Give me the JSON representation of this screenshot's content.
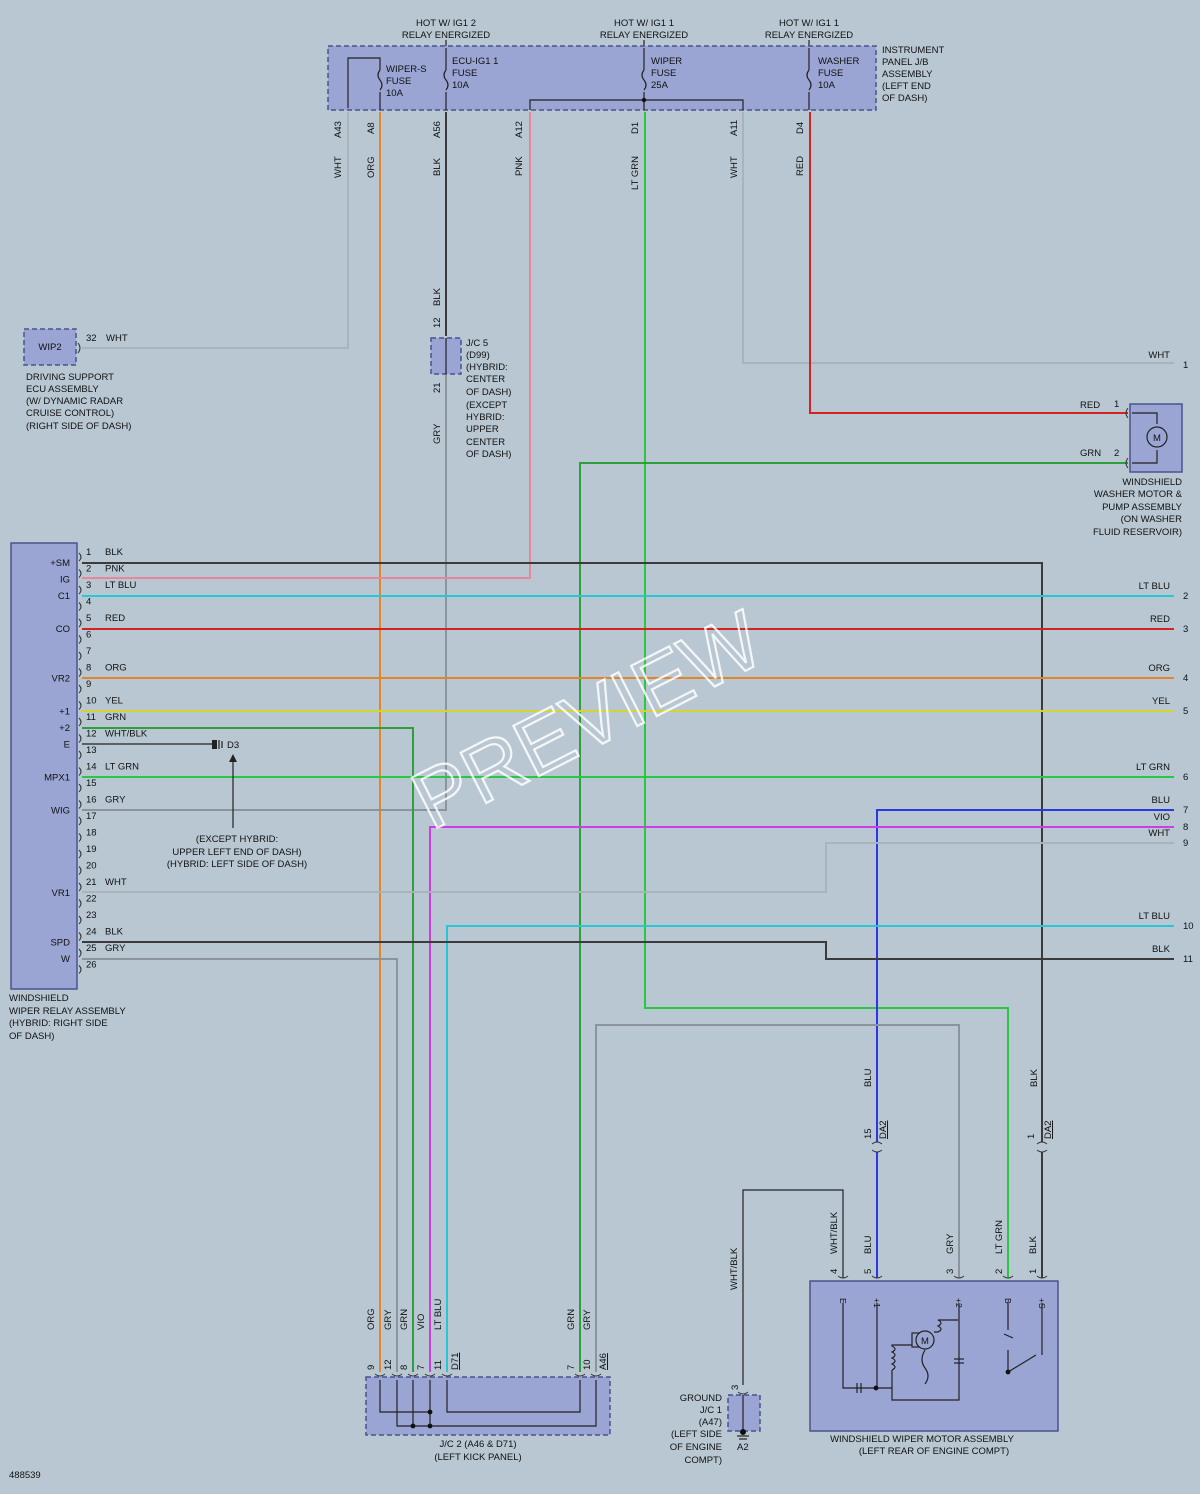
{
  "diagram_id": "488539",
  "watermark": "PREVIEW",
  "power_sources": {
    "hot_ig12": "HOT W/ IG1 2",
    "hot_ig11_a": "HOT W/ IG1 1",
    "hot_ig11_b": "HOT W/ IG1 1",
    "relay_energized": "RELAY ENERGIZED"
  },
  "junction_block": {
    "label_lines": [
      "INSTRUMENT",
      "PANEL J/B",
      "ASSEMBLY",
      "(LEFT END",
      "OF DASH)"
    ],
    "fuses": [
      {
        "name": "WIPER-S",
        "type": "FUSE",
        "rating": "10A"
      },
      {
        "name": "ECU-IG1 1",
        "type": "FUSE",
        "rating": "10A"
      },
      {
        "name": "WIPER",
        "type": "FUSE",
        "rating": "25A"
      },
      {
        "name": "WASHER",
        "type": "FUSE",
        "rating": "10A"
      }
    ],
    "pins": [
      {
        "pin": "A43",
        "color": "WHT"
      },
      {
        "pin": "A8",
        "color": "ORG"
      },
      {
        "pin": "A56",
        "color": "BLK"
      },
      {
        "pin": "A12",
        "color": "PNK"
      },
      {
        "pin": "D1",
        "color": "LT GRN"
      },
      {
        "pin": "A11",
        "color": "WHT"
      },
      {
        "pin": "D4",
        "color": "RED"
      }
    ]
  },
  "driving_support_ecu": {
    "connector": "WIP2",
    "pin": "32",
    "wire": "WHT",
    "label_lines": [
      "DRIVING SUPPORT",
      "ECU ASSEMBLY",
      "(W/ DYNAMIC RADAR",
      "CRUISE CONTROL)",
      "(RIGHT SIDE OF DASH)"
    ]
  },
  "jc5": {
    "pin_top": "12",
    "pin_bottom": "21",
    "wire_top": "BLK",
    "wire_bottom": "GRY",
    "label_lines": [
      "J/C 5",
      "(D99)",
      "(HYBRID:",
      "CENTER",
      "OF DASH)",
      "(EXCEPT",
      "HYBRID:",
      "UPPER",
      "CENTER",
      "OF DASH)"
    ]
  },
  "washer_motor": {
    "symbol": "M",
    "pins": [
      {
        "pin": "1",
        "wire": "RED"
      },
      {
        "pin": "2",
        "wire": "GRN"
      }
    ],
    "label_lines": [
      "WINDSHIELD",
      "WASHER MOTOR &",
      "PUMP ASSEMBLY",
      "(ON WASHER",
      "FLUID RESERVOIR)"
    ]
  },
  "relay_assembly": {
    "terminals": [
      {
        "name": "+SM",
        "pin": "1"
      },
      {
        "name": "IG",
        "pin": "2"
      },
      {
        "name": "C1",
        "pin": "3"
      },
      {
        "name": "CO",
        "pin": "5"
      },
      {
        "name": "VR2",
        "pin": "8"
      },
      {
        "name": "+1",
        "pin": "10"
      },
      {
        "name": "+2",
        "pin": "11"
      },
      {
        "name": "E",
        "pin": "12"
      },
      {
        "name": "MPX1",
        "pin": "14"
      },
      {
        "name": "WIG",
        "pin": "16"
      },
      {
        "name": "VR1",
        "pin": "21"
      },
      {
        "name": "SPD",
        "pin": "24"
      },
      {
        "name": "W",
        "pin": "25"
      }
    ],
    "pin_numbers": [
      "1",
      "2",
      "3",
      "4",
      "5",
      "6",
      "7",
      "8",
      "9",
      "10",
      "11",
      "12",
      "13",
      "14",
      "15",
      "16",
      "17",
      "18",
      "19",
      "20",
      "21",
      "22",
      "23",
      "24",
      "25",
      "26"
    ],
    "wire_labels": [
      {
        "pin": "1",
        "color": "BLK"
      },
      {
        "pin": "2",
        "color": "PNK"
      },
      {
        "pin": "3",
        "color": "LT BLU"
      },
      {
        "pin": "5",
        "color": "RED"
      },
      {
        "pin": "8",
        "color": "ORG"
      },
      {
        "pin": "10",
        "color": "YEL"
      },
      {
        "pin": "11",
        "color": "GRN"
      },
      {
        "pin": "12",
        "color": "WHT/BLK"
      },
      {
        "pin": "14",
        "color": "LT GRN"
      },
      {
        "pin": "16",
        "color": "GRY"
      },
      {
        "pin": "21",
        "color": "WHT"
      },
      {
        "pin": "24",
        "color": "BLK"
      },
      {
        "pin": "25",
        "color": "GRY"
      }
    ],
    "label_lines": [
      "WINDSHIELD",
      "WIPER RELAY ASSEMBLY",
      "(HYBRID: RIGHT SIDE",
      "OF DASH)"
    ]
  },
  "ground_d3": {
    "name": "D3",
    "note_lines": [
      "(EXCEPT HYBRID:",
      "UPPER LEFT END OF DASH)",
      "(HYBRID: LEFT SIDE OF DASH)"
    ]
  },
  "right_refs": [
    {
      "num": "1",
      "color": "WHT"
    },
    {
      "num": "2",
      "color": "LT BLU"
    },
    {
      "num": "3",
      "color": "RED"
    },
    {
      "num": "4",
      "color": "ORG"
    },
    {
      "num": "5",
      "color": "YEL"
    },
    {
      "num": "6",
      "color": "LT GRN"
    },
    {
      "num": "7",
      "color": "BLU"
    },
    {
      "num": "8",
      "color": "VIO"
    },
    {
      "num": "9",
      "color": "WHT"
    },
    {
      "num": "10",
      "color": "LT BLU"
    },
    {
      "num": "11",
      "color": "BLK"
    }
  ],
  "da2": {
    "conn": "DA2",
    "pins": [
      {
        "pin": "15",
        "wire": "BLU"
      },
      {
        "pin": "1",
        "wire": "BLK"
      }
    ]
  },
  "jc2": {
    "d71_label": "D71",
    "a46_label": "A46",
    "pins": [
      {
        "pin": "9",
        "wire": "ORG"
      },
      {
        "pin": "12",
        "wire": "GRY"
      },
      {
        "pin": "8",
        "wire": "GRN"
      },
      {
        "pin": "7",
        "wire": "VIO"
      },
      {
        "pin": "11",
        "wire": "LT BLU"
      },
      {
        "pin": "7",
        "wire": "GRN"
      },
      {
        "pin": "10",
        "wire": "GRY"
      }
    ],
    "label_lines": [
      "J/C 2 (A46 & D71)",
      "(LEFT KICK PANEL)"
    ]
  },
  "ground_jc1": {
    "pin": "3",
    "bottom": "A2",
    "wire": "WHT/BLK",
    "label_lines": [
      "GROUND",
      "J/C 1",
      "(A47)",
      "(LEFT SIDE",
      "OF ENGINE",
      "COMPT)"
    ]
  },
  "wiper_motor": {
    "symbol": "M",
    "pins": [
      {
        "pin": "4",
        "wire": "WHT/BLK",
        "term": "E"
      },
      {
        "pin": "5",
        "wire": "BLU",
        "term": "+1"
      },
      {
        "pin": "3",
        "wire": "GRY",
        "term": "+2"
      },
      {
        "pin": "2",
        "wire": "LT GRN",
        "term": "B"
      },
      {
        "pin": "1",
        "wire": "BLK",
        "term": "+S"
      }
    ],
    "label_lines": [
      "WINDSHIELD WIPER MOTOR ASSEMBLY",
      "(LEFT REAR OF ENGINE COMPT)"
    ]
  },
  "colors": {
    "background": "#b8c7d2",
    "box_fill": "#9aa5d3",
    "box_stroke": "#4a5290",
    "wht": "#a9b3bb",
    "org": "#e0862c",
    "blk": "#3b3b3b",
    "pnk": "#e8869b",
    "ltgrn": "#28c840",
    "red": "#d42222",
    "ltblu": "#29c6d6",
    "yel": "#d3d432",
    "grn": "#2e9f3a",
    "gry": "#8b949c",
    "blu": "#2b37e0",
    "vio": "#cc3ee5"
  }
}
